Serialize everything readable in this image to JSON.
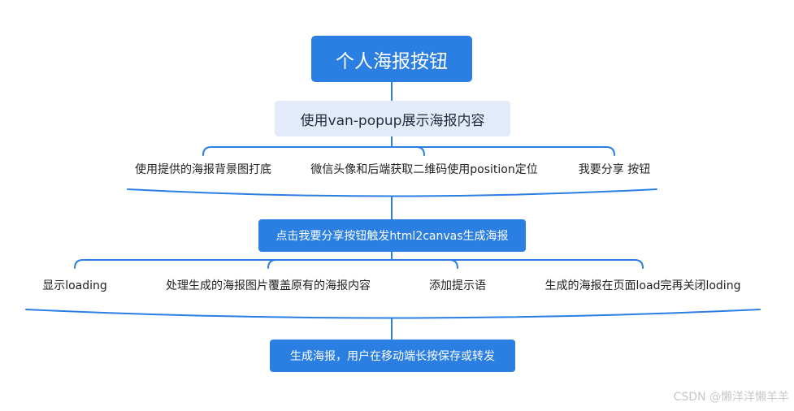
{
  "root": {
    "label": "个人海报按钮"
  },
  "step1": {
    "label": "使用van-popup展示海报内容"
  },
  "step1_children": [
    "使用提供的海报背景图打底",
    "微信头像和后端获取二维码使用position定位",
    "我要分享 按钮"
  ],
  "step2": {
    "label": "点击我要分享按钮触发html2canvas生成海报"
  },
  "step2_children": [
    "显示loading",
    "处理生成的海报图片覆盖原有的海报内容",
    "添加提示语",
    "生成的海报在页面load完再关闭loding"
  ],
  "step3": {
    "label": "生成海报，用户在移动端长按保存或转发"
  },
  "watermark": "CSDN @懒洋洋懒羊羊",
  "colors": {
    "primary": "#2b7fe3",
    "light": "#e3ebfa",
    "line": "#2b7fe3"
  }
}
